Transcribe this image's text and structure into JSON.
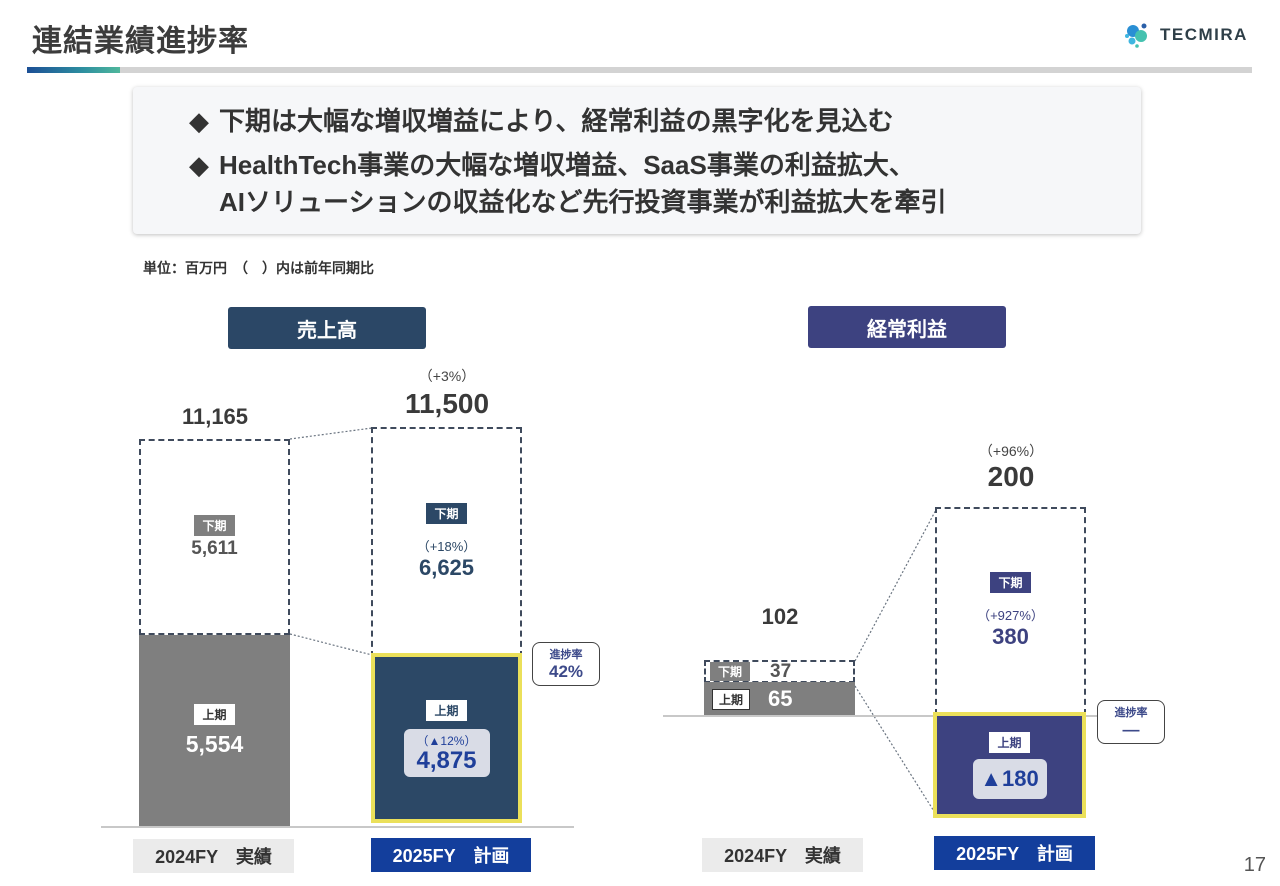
{
  "header": {
    "title": "連結業績進捗率",
    "logo_text": "TECMIRA",
    "logo_icon": "molecule-logo-icon"
  },
  "summary": {
    "bullet_icon": "diamond-bullet-icon",
    "bullet_glyph": "◆",
    "lines": [
      "下期は大幅な増収増益により、経常利益の黒字化を見込む",
      "HealthTech事業の大幅な増収増益、SaaS事業の利益拡大、",
      "AIソリューションの収益化など先行投資事業が利益拡大を牽引"
    ]
  },
  "unit_note": "単位：百万円　（　）内は前年同期比",
  "colors": {
    "sales_header": "#2b4766",
    "profit_header": "#3d4280",
    "gray_bar": "#7f7f7f",
    "navy_bar": "#2c4866",
    "indigo_bar": "#3d4280",
    "highlight_border": "#ebe05a",
    "fy2025_label_bg": "#133e9c",
    "fy2024_label_bg": "#ebebeb"
  },
  "sales": {
    "header": "売上高",
    "fy2024": {
      "label": "2024FY　実績",
      "total": "11,165",
      "h2_tag": "下期",
      "h2_value": "5,611",
      "h1_tag": "上期",
      "h1_value": "5,554"
    },
    "fy2025": {
      "label": "2025FY　計画",
      "total_pct": "（+3%）",
      "total": "11,500",
      "h2_tag": "下期",
      "h2_pct": "（+18%）",
      "h2_value": "6,625",
      "h1_tag": "上期",
      "h1_pct": "（▲12%）",
      "h1_value": "4,875",
      "progress_label": "進捗率",
      "progress_value": "42%"
    }
  },
  "profit": {
    "header": "経常利益",
    "fy2024": {
      "label": "2024FY　実績",
      "total": "102",
      "h2_tag": "下期",
      "h2_value": "37",
      "h1_tag": "上期",
      "h1_value": "65"
    },
    "fy2025": {
      "label": "2025FY　計画",
      "total_pct": "（+96%）",
      "total": "200",
      "h2_tag": "下期",
      "h2_pct": "（+927%）",
      "h2_value": "380",
      "h1_tag": "上期",
      "h1_value": "▲180",
      "progress_label": "進捗率",
      "progress_value": "—"
    }
  },
  "page_number": "17",
  "chart_data": [
    {
      "type": "bar",
      "title": "売上高",
      "unit": "百万円",
      "categories": [
        "2024FY 実績",
        "2025FY 計画"
      ],
      "stacked": true,
      "series": [
        {
          "name": "上期",
          "values": [
            5554,
            4875
          ],
          "yoy": [
            null,
            "▲12%"
          ]
        },
        {
          "name": "下期",
          "values": [
            5611,
            6625
          ],
          "yoy": [
            null,
            "+18%"
          ]
        }
      ],
      "totals": [
        11165,
        11500
      ],
      "total_yoy": [
        null,
        "+3%"
      ],
      "annotations": [
        {
          "target": "2025FY 上期",
          "text": "進捗率 42%"
        }
      ]
    },
    {
      "type": "bar",
      "title": "経常利益",
      "unit": "百万円",
      "categories": [
        "2024FY 実績",
        "2025FY 計画"
      ],
      "stacked": true,
      "series": [
        {
          "name": "上期",
          "values": [
            65,
            -180
          ],
          "yoy": [
            null,
            null
          ]
        },
        {
          "name": "下期",
          "values": [
            37,
            380
          ],
          "yoy": [
            null,
            "+927%"
          ]
        }
      ],
      "totals": [
        102,
        200
      ],
      "total_yoy": [
        null,
        "+96%"
      ],
      "annotations": [
        {
          "target": "2025FY 上期",
          "text": "進捗率 —"
        }
      ]
    }
  ]
}
